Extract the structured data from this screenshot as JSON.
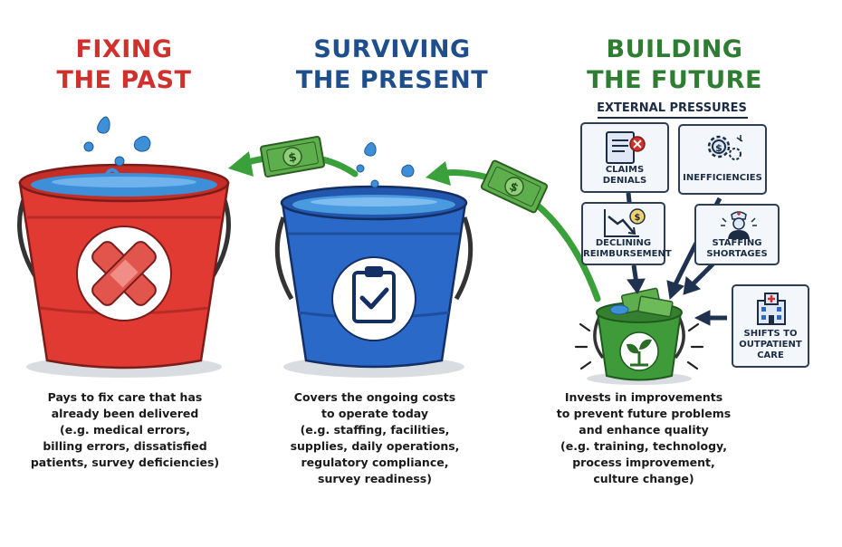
{
  "columns": [
    {
      "title": [
        "FIXING",
        "THE PAST"
      ],
      "title_color": "#d0312d",
      "bucket_color": "#e03a33",
      "bucket_icon": "bandage-cross-icon",
      "description": [
        "Pays to fix care that has",
        "already been delivered",
        "(e.g. medical errors,",
        "billing errors, dissatisfied",
        "patients, survey deficiencies)"
      ]
    },
    {
      "title": [
        "SURVIVING",
        "THE PRESENT"
      ],
      "title_color": "#1f4e8c",
      "bucket_color": "#2b69c8",
      "bucket_icon": "clipboard-check-icon",
      "description": [
        "Covers the ongoing costs",
        "to operate today",
        "(e.g. staffing, facilities,",
        "supplies, daily operations,",
        "regulatory compliance,",
        "survey readiness)"
      ]
    },
    {
      "title": [
        "BUILDING",
        "THE FUTURE"
      ],
      "title_color": "#2e7d32",
      "bucket_color": "#3f9a3a",
      "bucket_icon": "sprout-icon",
      "description": [
        "Invests in improvements",
        "to prevent future problems",
        "and enhance quality",
        "(e.g. training, technology,",
        "process improvement,",
        "culture change)"
      ]
    }
  ],
  "external_pressures": {
    "heading": "EXTERNAL PRESSURES",
    "items": [
      {
        "label": [
          "CLAIMS",
          "DENIALS"
        ],
        "icon": "denied-document-icon"
      },
      {
        "label": [
          "INEFFICIENCIES"
        ],
        "icon": "gears-icon"
      },
      {
        "label": [
          "DECLINING",
          "REIMBURSEMENT"
        ],
        "icon": "declining-chart-icon"
      },
      {
        "label": [
          "STAFFING",
          "SHORTAGES"
        ],
        "icon": "nurse-icon"
      },
      {
        "label": [
          "SHIFTS TO",
          "OUTPATIENT",
          "CARE"
        ],
        "icon": "hospital-icon"
      }
    ]
  },
  "colors": {
    "money": "#5fae4e",
    "arrow_green": "#3aa03a",
    "pressure_arrow": "#1f3350",
    "water": "#3d8fd8"
  }
}
